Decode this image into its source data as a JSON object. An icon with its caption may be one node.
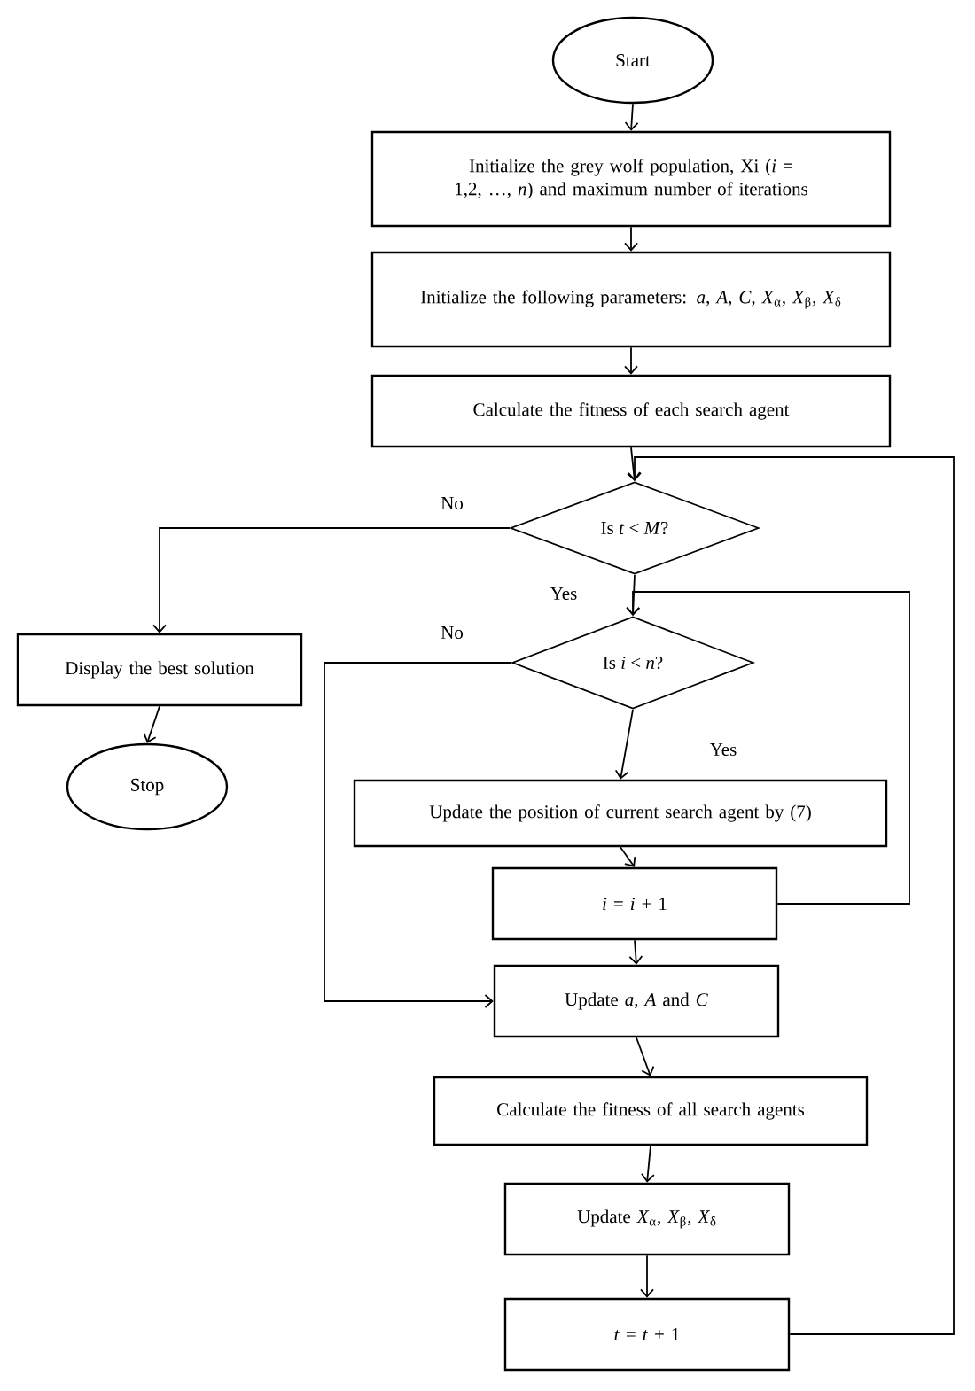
{
  "diagram": {
    "nodes": [
      {
        "text": [
          "Start"
        ]
      },
      {
        "text": [
          "Initialize the grey wolf population, Xi (*i* = 1,2, …, *n*) and maximum number of iterations"
        ]
      },
      {
        "text": [
          "Initialize the following parameters: *a*, *A*, *C*, *X*$_{α}$, *X*$_{β}$, *X*$_{δ}$"
        ]
      },
      {
        "text": [
          "Calculate the fitness of each search agent"
        ]
      },
      {
        "text": [
          "Is *t* < *M*?"
        ]
      },
      {
        "text": [
          "Display the best solution"
        ]
      },
      {
        "text": [
          "Stop"
        ]
      },
      {
        "text": [
          "Is *i* < *n*?"
        ]
      },
      {
        "text": [
          "Update the position of current search agent by (7)"
        ]
      },
      {
        "text": [
          "*i* = *i* + 1"
        ]
      },
      {
        "text": [
          "Update *a*, *A* and *C*"
        ]
      },
      {
        "text": [
          "Calculate the fitness of all search agents"
        ]
      },
      {
        "text": [
          "Update *X*$_{α}$, *X*$_{β}$, *X*$_{δ}$"
        ]
      },
      {
        "text": [
          "*t* = *t* + 1"
        ]
      }
    ],
    "edges": [
      {
        "from": 0,
        "to": 1,
        "arrow": "to"
      },
      {
        "from": 1,
        "to": 2,
        "arrow": "to"
      },
      {
        "from": 2,
        "to": 3,
        "arrow": "to"
      },
      {
        "from": 3,
        "to": 4,
        "arrow": "to"
      },
      {
        "from": 4,
        "to": 5,
        "arrow": "to",
        "label": "No"
      },
      {
        "from": 5,
        "to": 6,
        "arrow": "to"
      },
      {
        "from": 4,
        "to": 7,
        "arrow": "to",
        "label": "Yes"
      },
      {
        "from": 7,
        "to": 10,
        "arrow": "to",
        "label": "No"
      },
      {
        "from": 7,
        "to": 8,
        "arrow": "to",
        "label": "Yes"
      },
      {
        "from": 8,
        "to": 9,
        "arrow": "to"
      },
      {
        "from": 9,
        "to": 7,
        "arrow": "to"
      },
      {
        "from": 9,
        "to": 10,
        "arrow": "to"
      },
      {
        "from": 10,
        "to": 11,
        "arrow": "to"
      },
      {
        "from": 11,
        "to": 12,
        "arrow": "to"
      },
      {
        "from": 12,
        "to": 13,
        "arrow": "to"
      },
      {
        "from": 13,
        "to": 4,
        "arrow": "to"
      }
    ]
  }
}
